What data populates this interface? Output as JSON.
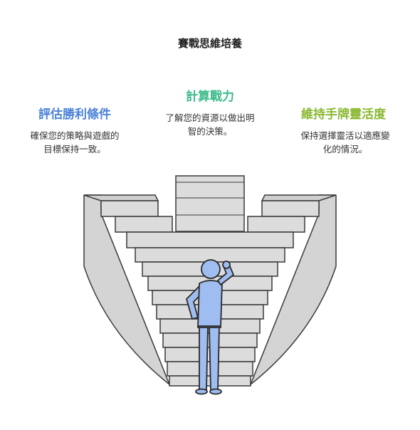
{
  "title": "賽戰思維培養",
  "colors": {
    "left_heading": "#4a82d6",
    "middle_heading": "#3dbb8a",
    "right_heading": "#8ab832",
    "stairs_fill": "#d9d9d9",
    "stairs_stroke": "#3a3a3a",
    "person_fill": "#9fbdf0",
    "person_stroke": "#2a2a2a"
  },
  "sections": {
    "left": {
      "heading": "評估勝利條件",
      "line1": "確保您的策略與遊戲的",
      "line2": "目標保持一致。"
    },
    "middle": {
      "heading": "計算戰力",
      "line1": "了解您的資源以做出明",
      "line2": "智的決策。"
    },
    "right": {
      "heading": "維持手牌靈活度",
      "line1": "保持選擇靈活以適應變",
      "line2": "化的情況。"
    }
  },
  "illustration": {
    "stairs_icon": "stairs-icon",
    "person_icon": "person-thinking-icon"
  }
}
